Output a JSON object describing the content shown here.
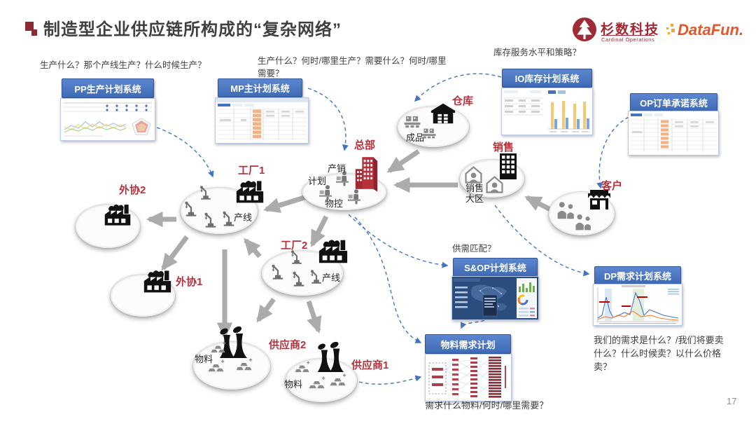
{
  "slide": {
    "title": "制造型企业供应链所构成的“复杂网络”",
    "page_number": "17"
  },
  "logos": {
    "cardinal_name": "杉数科技",
    "cardinal_sub": "Cardinal Operations",
    "datafun": "DataFun."
  },
  "annotations": {
    "pp": "生产什么？那个产线生产？什么时候生产？",
    "mp": "生产什么？何时/哪里生产？需要什么？何时/哪里需要？",
    "io": "库存服务水平和策略？",
    "sop": "供需匹配？",
    "dp": "我们的需求是什么？/我们将要卖什么？什么时候卖？以什么价格卖？",
    "mrp": "需求什么物料/何时/哪里需要？"
  },
  "systems": {
    "pp": "PP生产计划系统",
    "mp": "MP主计划系统",
    "io": "IO库存计划系统",
    "op": "OP订单承诺系统",
    "sop": "S&OP计划系统",
    "dp": "DP需求计划系统",
    "mrp": "物料需求计划"
  },
  "nodes": {
    "warehouse": {
      "label": "仓库",
      "inner": "成品"
    },
    "hq": {
      "label": "总部",
      "line1": "产销",
      "line2": "计划",
      "line3": "物控"
    },
    "sales": {
      "label": "销售",
      "inner1": "销售",
      "inner2": "大区"
    },
    "customer": {
      "label": "客户"
    },
    "factory1": {
      "label": "工厂1",
      "inner": "产线"
    },
    "factory2": {
      "label": "工厂2",
      "inner": "产线"
    },
    "outsource1": {
      "label": "外协1"
    },
    "outsource2": {
      "label": "外协2"
    },
    "supplier1": {
      "label": "供应商1",
      "inner": "物料"
    },
    "supplier2": {
      "label": "供应商2",
      "inner": "物料"
    }
  },
  "colors": {
    "accent_blue": "#4472C4",
    "label_red": "#B5323C",
    "arrow_gray": "#ABABAB",
    "brand_red": "#A32732",
    "brand_orange": "#E8862B",
    "title_gray": "#3F3F3F"
  }
}
